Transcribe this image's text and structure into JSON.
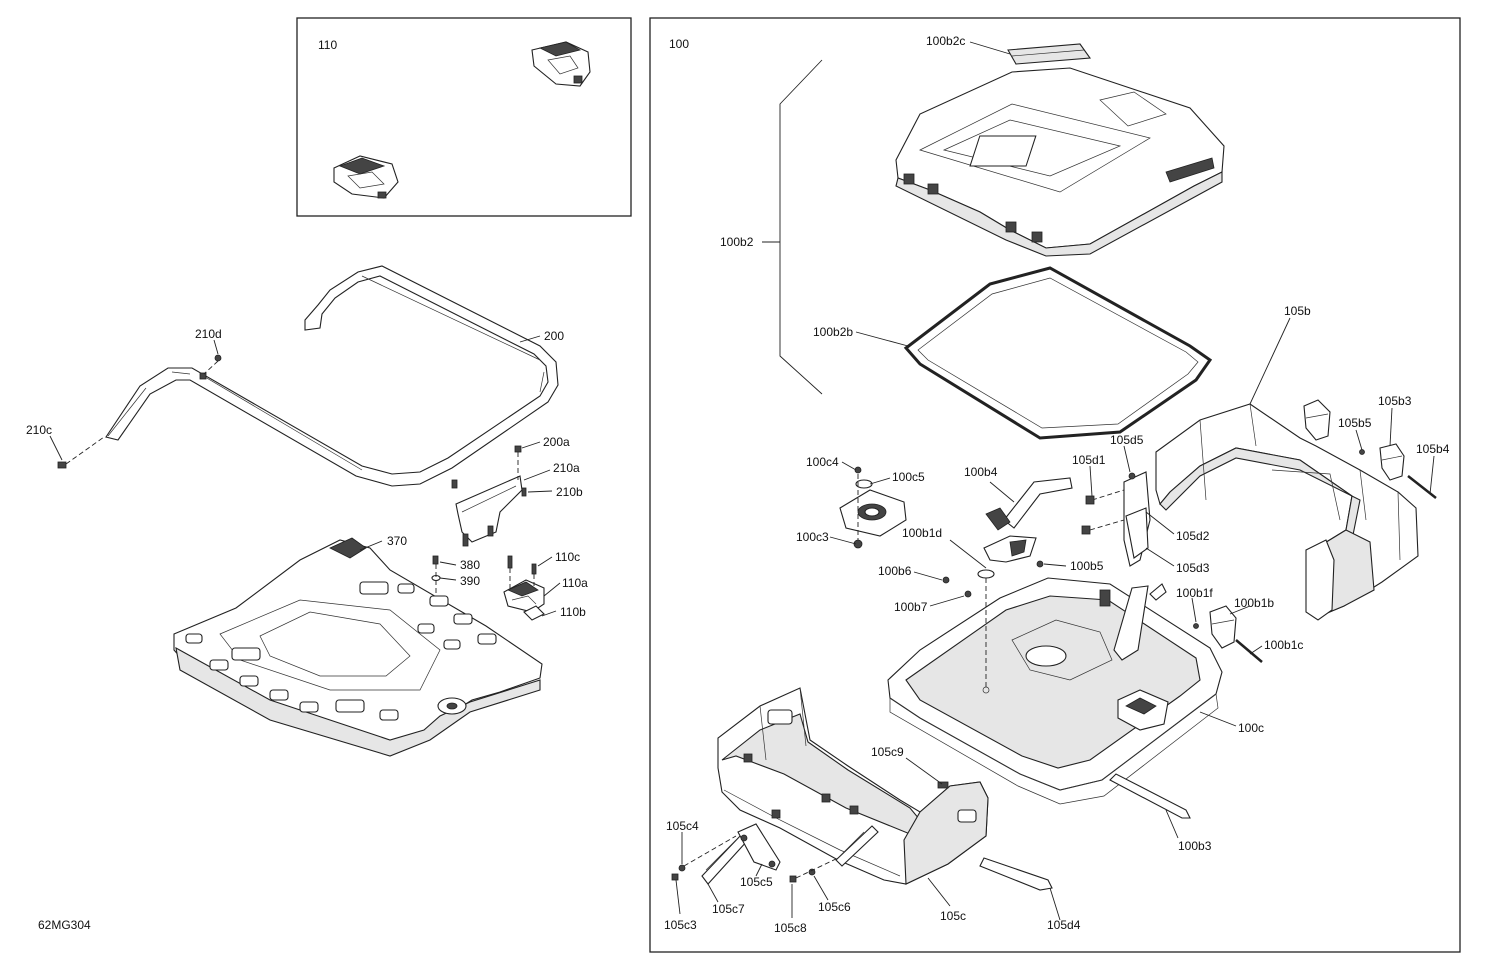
{
  "diagram_id": "62MG304",
  "labels": {
    "l110": "110",
    "l100": "100",
    "l100b2c": "100b2c",
    "l100b2": "100b2",
    "l100b2b": "100b2b",
    "l105b": "105b",
    "l105b3": "105b3",
    "l105b5": "105b5",
    "l105b4": "105b4",
    "l105d5": "105d5",
    "l105d1": "105d1",
    "l105d2": "105d2",
    "l105d3": "105d3",
    "l100c4": "100c4",
    "l100c5": "100c5",
    "l100c3": "100c3",
    "l100b4": "100b4",
    "l100b1d": "100b1d",
    "l100b5": "100b5",
    "l100b6": "100b6",
    "l100b7": "100b7",
    "l100b1f": "100b1f",
    "l100b1b": "100b1b",
    "l100b1c": "100b1c",
    "l100c": "100c",
    "l105c9": "105c9",
    "l100b3": "100b3",
    "l105c4": "105c4",
    "l105c5": "105c5",
    "l105c7": "105c7",
    "l105c3": "105c3",
    "l105c8": "105c8",
    "l105c6": "105c6",
    "l105c": "105c",
    "l105d4": "105d4",
    "l210d": "210d",
    "l200": "200",
    "l210c": "210c",
    "l200a": "200a",
    "l210a": "210a",
    "l210b": "210b",
    "l370": "370",
    "l380": "380",
    "l390": "390",
    "l110c": "110c",
    "l110a": "110a",
    "l110b": "110b"
  }
}
